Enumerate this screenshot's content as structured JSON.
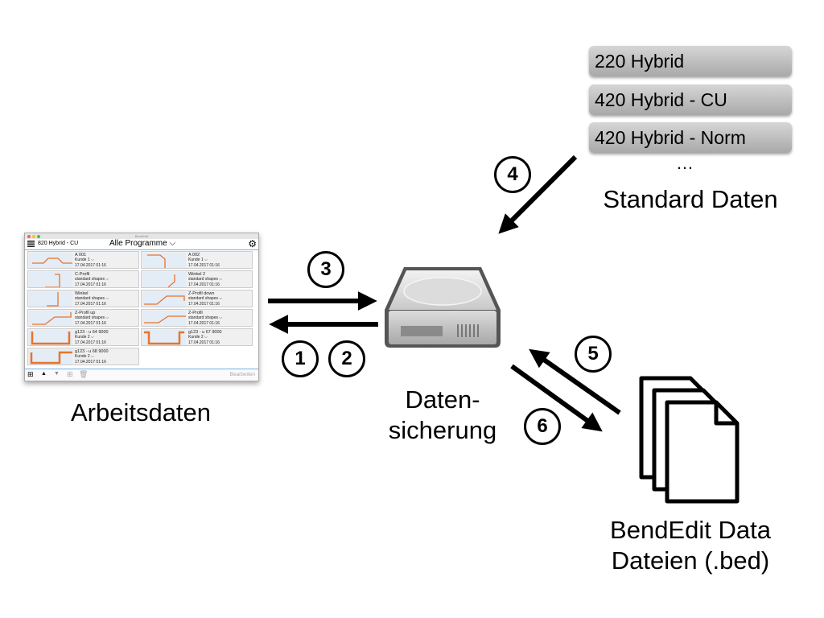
{
  "standard_data": {
    "items": [
      "220 Hybrid",
      "420 Hybrid - CU",
      "420 Hybrid - Norm"
    ],
    "ellipsis": "…",
    "label": "Standard Daten"
  },
  "working_data": {
    "label": "Arbeitsdaten",
    "app": {
      "window_title": "BendEdit",
      "machine": "820 Hybrid - CU",
      "filter": "Alle Programme",
      "edit_label": "Bearbeiten",
      "accent_color": "#e8742a",
      "programs": [
        {
          "name": "A 001",
          "group": "Kunde 1",
          "date": "17.04.2017 01:16"
        },
        {
          "name": "A 002",
          "group": "Kunde 1",
          "date": "17.04.2017 01:16"
        },
        {
          "name": "C-Profil",
          "group": "standard shapes",
          "date": "17.04.2017 01:16"
        },
        {
          "name": "Winkel 2",
          "group": "standard shapes",
          "date": "17.04.2017 01:16"
        },
        {
          "name": "Winkel",
          "group": "standard shapes",
          "date": "17.04.2017 01:16"
        },
        {
          "name": "Z-Profil down",
          "group": "standard shapes",
          "date": "17.04.2017 01:16"
        },
        {
          "name": "Z-Profil up",
          "group": "standard shapes",
          "date": "17.04.2017 01:16"
        },
        {
          "name": "Z-Profil",
          "group": "standard shapes",
          "date": "17.04.2017 01:16"
        },
        {
          "name": "g123 - u 64 9000",
          "group": "Kunde 2",
          "date": "17.04.2017 01:16"
        },
        {
          "name": "g123 - u 67 9000",
          "group": "Kunde 2",
          "date": "17.04.2017 01:16"
        },
        {
          "name": "g123 - u 68 9000",
          "group": "Kunde 2",
          "date": "17.04.2017 01:16"
        }
      ]
    }
  },
  "backup": {
    "label_line1": "Daten-",
    "label_line2": "sicherung"
  },
  "files": {
    "label_line1": "BendEdit Data",
    "label_line2": "Dateien (.bed)"
  },
  "steps": [
    "1",
    "2",
    "3",
    "4",
    "5",
    "6"
  ]
}
